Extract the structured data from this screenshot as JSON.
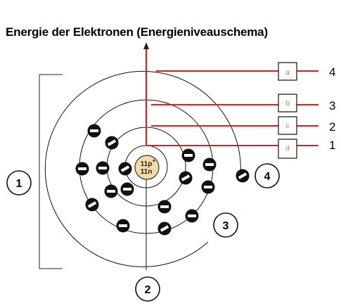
{
  "title": {
    "text": "Energie der Elektronen",
    "bold": "(Energieniveauschema)"
  },
  "nucleus": {
    "protons": "11p",
    "neutrons": "11n",
    "charge": "+"
  },
  "levels": [
    {
      "box": "a",
      "number": "4"
    },
    {
      "box": "b",
      "number": "3"
    },
    {
      "box": "c",
      "number": "2"
    },
    {
      "box": "d",
      "number": "1"
    }
  ],
  "circle_labels": {
    "bracket": "1",
    "axis": "2",
    "outer_ring": "3",
    "electron": "4"
  },
  "colors": {
    "red": "#e31a1a",
    "orange_text": "#e07b22",
    "nucleus_fill": "#f4dba6",
    "electron_fill": "#111111"
  }
}
